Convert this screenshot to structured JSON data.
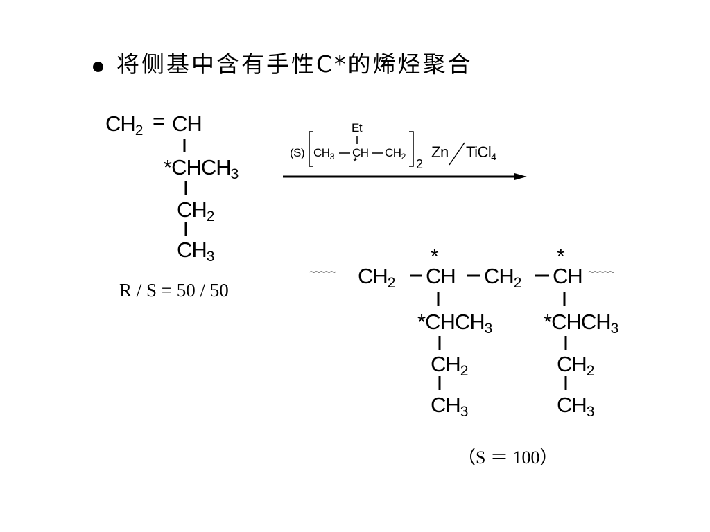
{
  "heading": "将侧基中含有手性C*的烯烃聚合",
  "monomer": {
    "ch2": "CH",
    "ch2_sub": "2",
    "double_bond": "=",
    "ch": "CH",
    "side1_star": "*",
    "side1": "CHCH",
    "side1_sub": "3",
    "side2": "CH",
    "side2_sub": "2",
    "side3": "CH",
    "side3_sub": "3"
  },
  "ratio": "R / S = 50 / 50",
  "catalyst": {
    "config": "(S)",
    "et": "Et",
    "ch3": "CH",
    "ch3_sub": "3",
    "ch": "CH",
    "star": "*",
    "ch2": "CH",
    "ch2_sub": "2",
    "multiplier": "2",
    "zn": "Zn",
    "slash": "/",
    "ticl": "TiCl",
    "ticl_sub": "4"
  },
  "polymer": {
    "wave_left": "~~~~~",
    "ch2_a": "CH",
    "ch2_a_sub": "2",
    "ch_a": "CH",
    "ch2_b": "CH",
    "ch2_b_sub": "2",
    "ch_b": "CH",
    "wave_right": "~~~~~",
    "star": "*",
    "side1": "CHCH",
    "side1_sub": "3",
    "side2": "CH",
    "side2_sub": "2",
    "side3": "CH",
    "side3_sub": "3"
  },
  "result": "（S ＝ 100）"
}
